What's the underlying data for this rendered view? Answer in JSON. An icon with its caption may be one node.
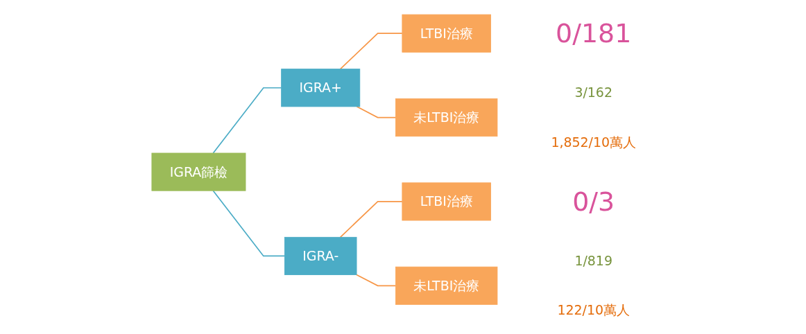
{
  "diagram": {
    "nodes": [
      {
        "text": [
          "IGRA篩檢"
        ]
      },
      {
        "text": [
          "IGRA+"
        ]
      },
      {
        "text": [
          "LTBI治療"
        ],
        "beside": [
          "0/181"
        ]
      },
      {
        "text": [
          "未LTBI治療"
        ],
        "beside": [
          "3/162",
          "1,852/10萬人"
        ]
      },
      {
        "text": [
          "IGRA-"
        ]
      },
      {
        "text": [
          "LTBI治療"
        ],
        "beside": [
          "0/3"
        ]
      },
      {
        "text": [
          "未LTBI治療"
        ],
        "beside": [
          "1/819",
          "122/10萬人"
        ]
      }
    ],
    "edges": [
      {
        "from": 0,
        "to": 1,
        "arrow": "none",
        "color": "#4bacc6"
      },
      {
        "from": 0,
        "to": 4,
        "arrow": "none",
        "color": "#4bacc6"
      },
      {
        "from": 1,
        "to": 2,
        "arrow": "none"
      },
      {
        "from": 1,
        "to": 3,
        "arrow": "none"
      },
      {
        "from": 4,
        "to": 5,
        "arrow": "none"
      },
      {
        "from": 4,
        "to": 6,
        "arrow": "none"
      }
    ]
  }
}
